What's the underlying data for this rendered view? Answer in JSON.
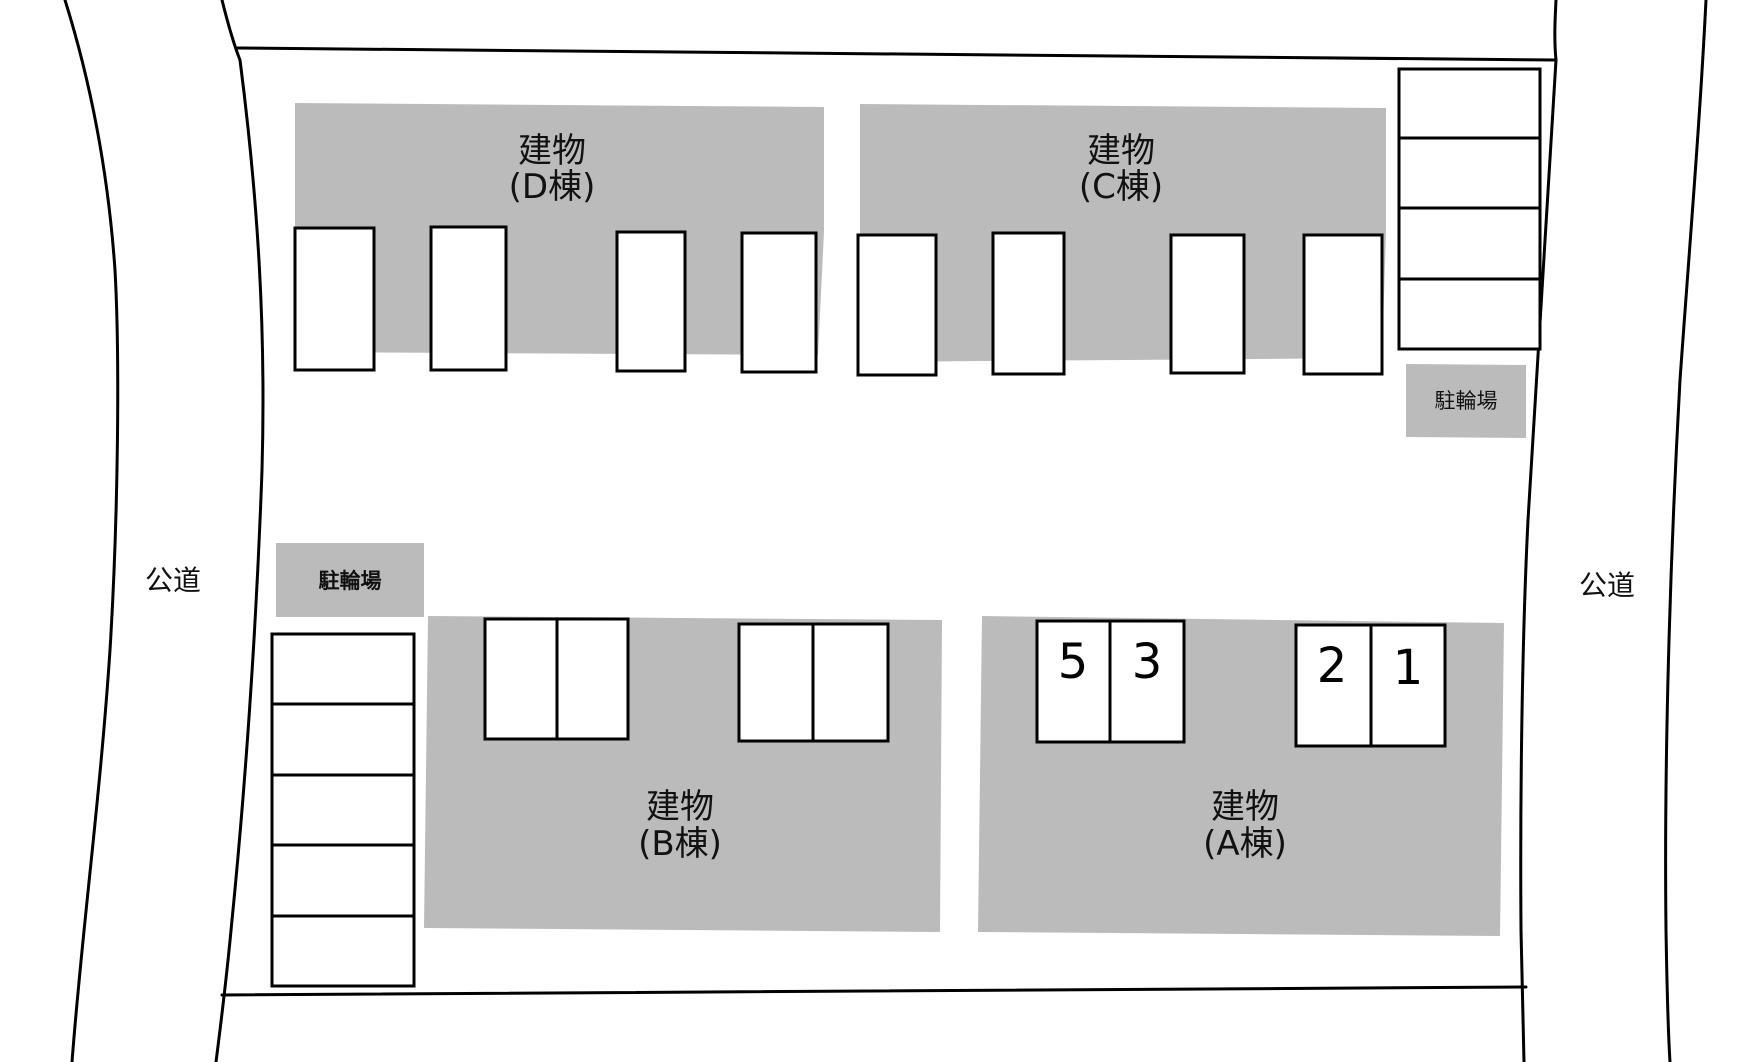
{
  "roads": {
    "west_label": "公道",
    "east_label": "公道"
  },
  "buildings": {
    "d": {
      "line1": "建物",
      "line2": "(D棟)"
    },
    "c": {
      "line1": "建物",
      "line2": "(C棟)"
    },
    "b": {
      "line1": "建物",
      "line2": "(B棟)"
    },
    "a": {
      "line1": "建物",
      "line2": "(A棟)"
    }
  },
  "bicycle_parking": {
    "northeast_label": "駐輪場",
    "west_label": "駐輪場"
  },
  "unit_numbers": [
    "5",
    "3",
    "2",
    "1"
  ],
  "colors": {
    "building_fill": "#bbbbbb",
    "line": "#000000",
    "background": "#ffffff"
  }
}
